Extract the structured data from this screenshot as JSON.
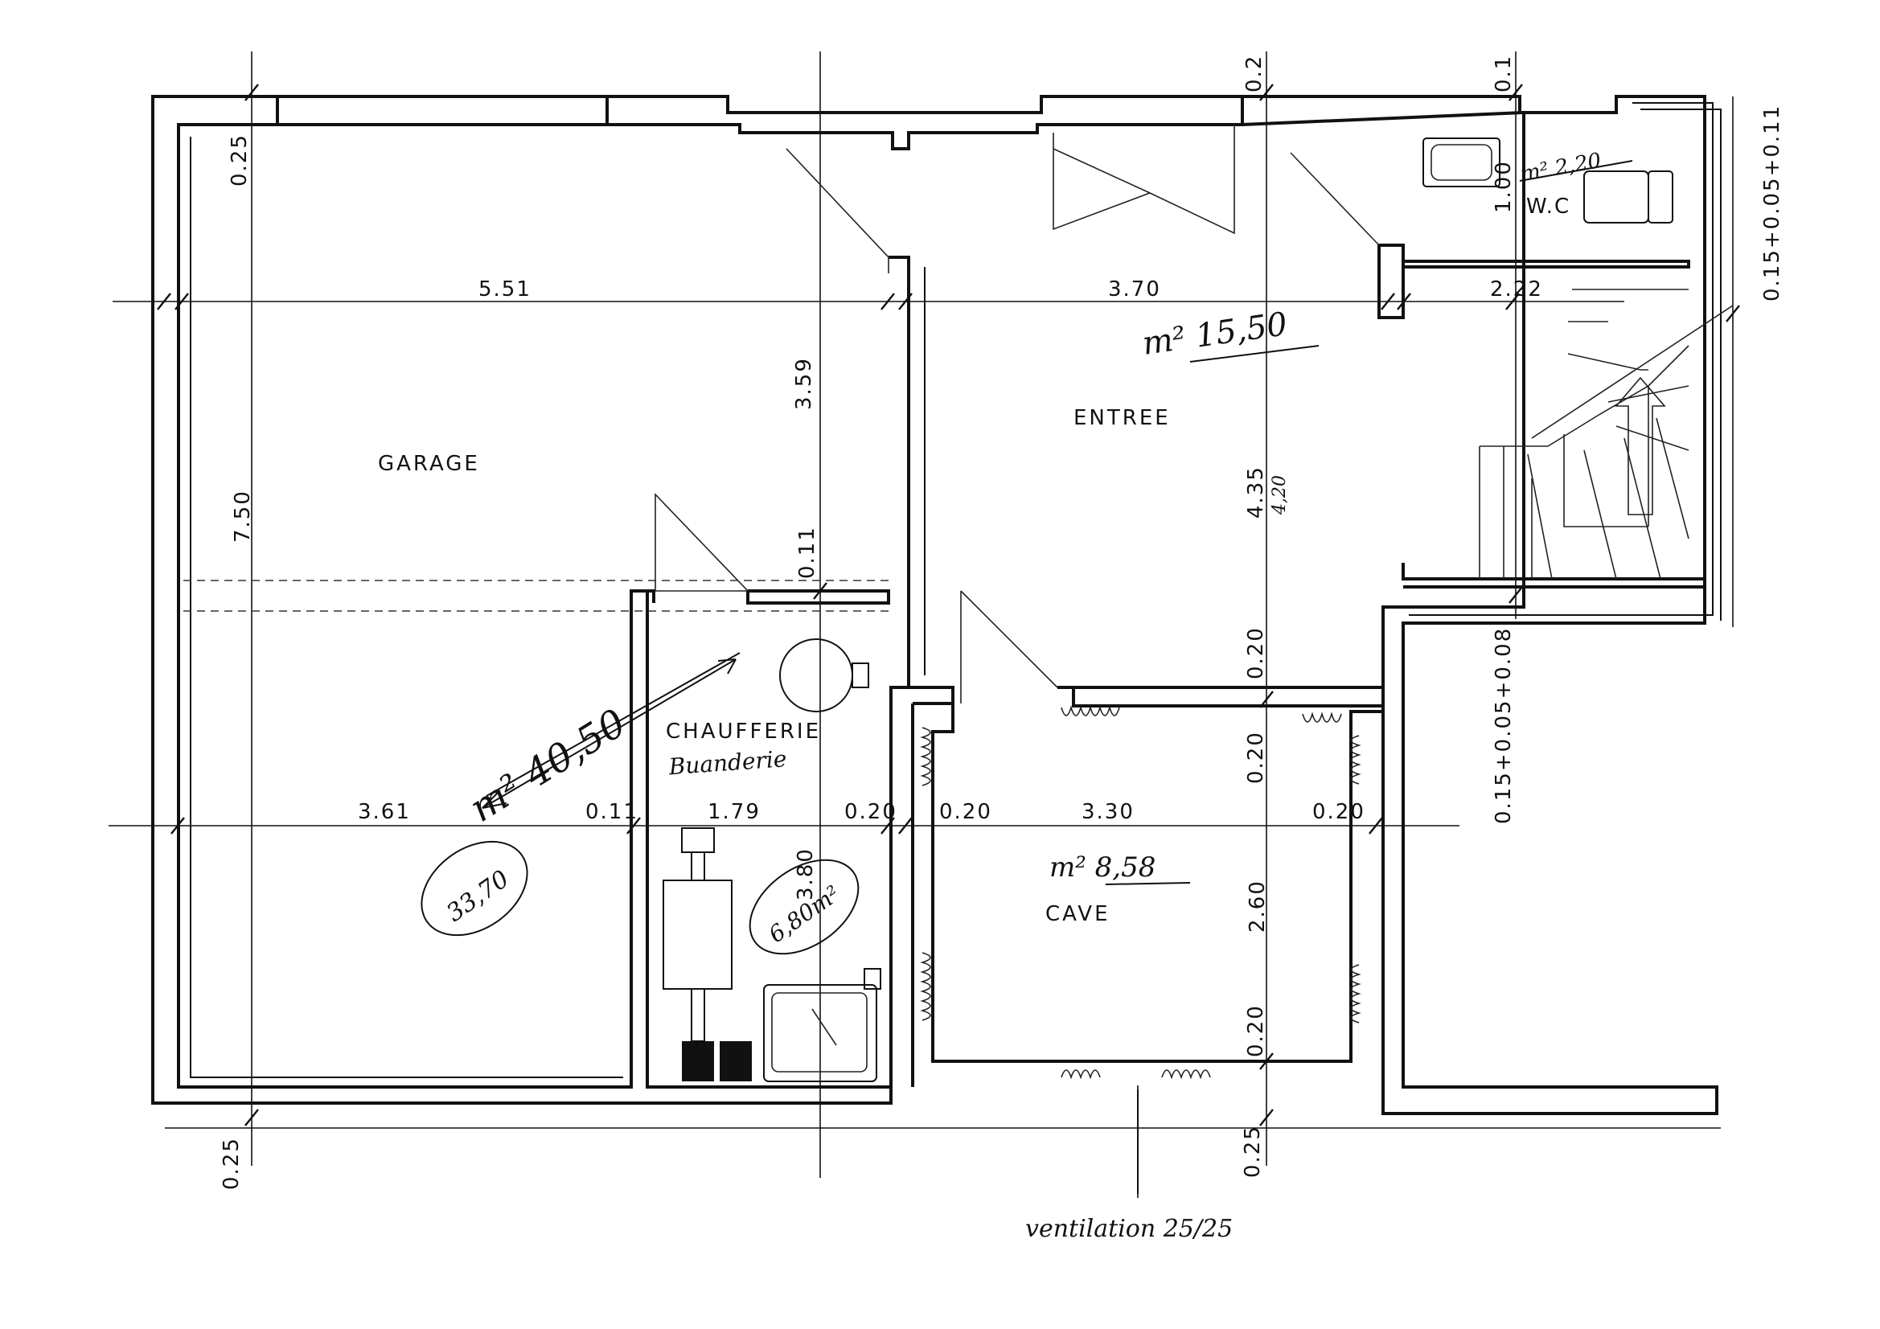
{
  "rooms": {
    "garage": "GARAGE",
    "entree": "ENTREE",
    "chaufferie": "CHAUFFERIE",
    "buanderie": "Buanderie",
    "cave": "CAVE",
    "wc": "W.C"
  },
  "dimensions": {
    "top_garage_width": "5.51",
    "top_entree_width": "3.70",
    "top_stair_width": "2.22",
    "garage_depth": "7.50",
    "garage_upper_depth": "3.59",
    "wall_011_vertical": "0.11",
    "entree_depth": "4.35",
    "entree_depth_alt": "4,20",
    "wall_020_entree": "0.20",
    "wall_020_cave_top": "0.20",
    "wall_020_cave_bottom": "0.20",
    "cave_depth": "2.60",
    "wc_depth": "1.00",
    "top_wall_02": "0.2",
    "top_wall_01": "0.1",
    "right_wall_top": "0.15+0.05+0.11",
    "right_wall_bottom": "0.15+0.05+0.08",
    "left_wall_top": "0.25",
    "left_wall_bottom": "0.25",
    "bottom_wall_right": "0.25",
    "bottom_garage_width": "3.61",
    "bottom_wall_011": "0.11",
    "bottom_chaufferie_width": "1.79",
    "bottom_wall_020_a": "0.20",
    "bottom_wall_020_b": "0.20",
    "bottom_cave_width": "3.30",
    "bottom_wall_020_c": "0.20",
    "chaufferie_depth": "3.80"
  },
  "annotations": {
    "garage_area": "m² 40,50",
    "garage_area_circled": "33,70",
    "chaufferie_area": "6,80m²",
    "entree_area": "m² 15,50",
    "cave_area": "m² 8,58",
    "wc_area": "m² 2,20",
    "ventilation": "ventilation 25/25"
  }
}
